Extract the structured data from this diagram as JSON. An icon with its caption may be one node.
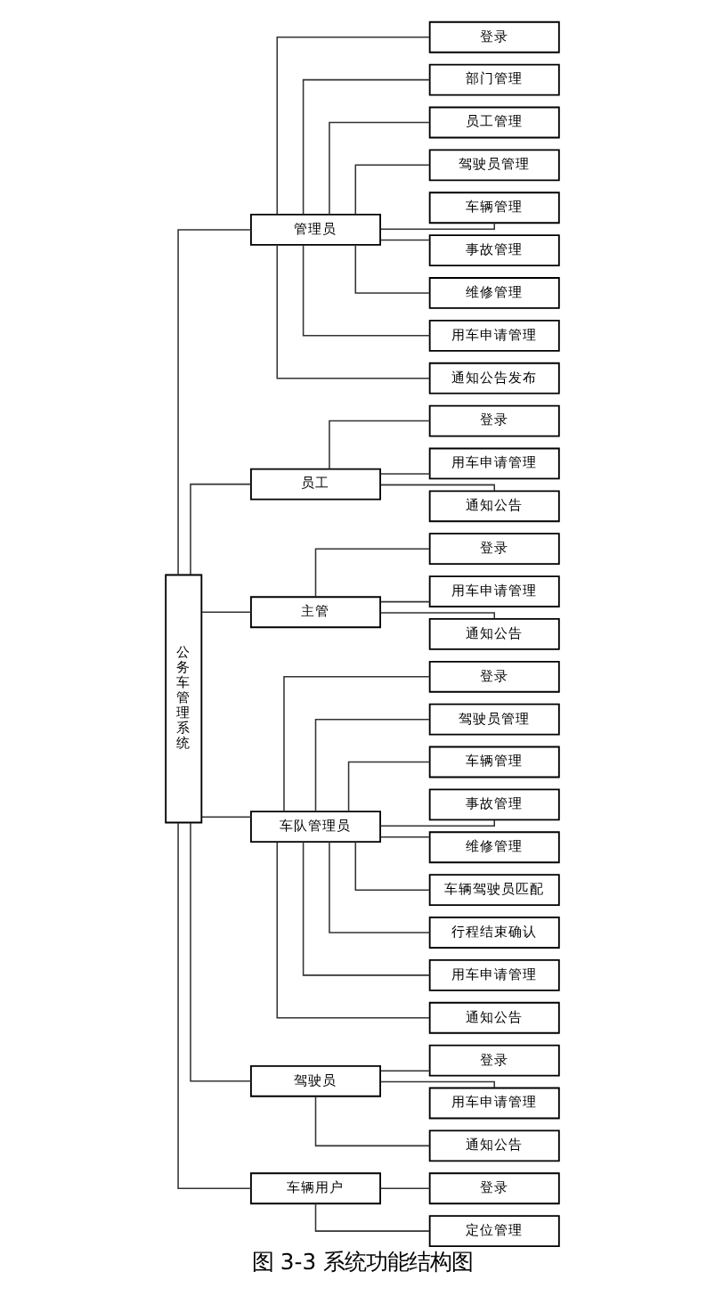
{
  "diagram": {
    "caption": "图 3-3 系统功能结构图",
    "nodes": [
      {
        "text": [
          "公务车管理系统"
        ]
      },
      {
        "text": [
          "管理员"
        ]
      },
      {
        "text": [
          "登录"
        ]
      },
      {
        "text": [
          "部门管理"
        ]
      },
      {
        "text": [
          "员工管理"
        ]
      },
      {
        "text": [
          "驾驶员管理"
        ]
      },
      {
        "text": [
          "车辆管理"
        ]
      },
      {
        "text": [
          "事故管理"
        ]
      },
      {
        "text": [
          "维修管理"
        ]
      },
      {
        "text": [
          "用车申请管理"
        ]
      },
      {
        "text": [
          "通知公告发布"
        ]
      },
      {
        "text": [
          "员工"
        ]
      },
      {
        "text": [
          "登录"
        ]
      },
      {
        "text": [
          "用车申请管理"
        ]
      },
      {
        "text": [
          "通知公告"
        ]
      },
      {
        "text": [
          "主管"
        ]
      },
      {
        "text": [
          "登录"
        ]
      },
      {
        "text": [
          "用车申请管理"
        ]
      },
      {
        "text": [
          "通知公告"
        ]
      },
      {
        "text": [
          "车队管理员"
        ]
      },
      {
        "text": [
          "登录"
        ]
      },
      {
        "text": [
          "驾驶员管理"
        ]
      },
      {
        "text": [
          "车辆管理"
        ]
      },
      {
        "text": [
          "事故管理"
        ]
      },
      {
        "text": [
          "维修管理"
        ]
      },
      {
        "text": [
          "车辆驾驶员匹配"
        ]
      },
      {
        "text": [
          "行程结束确认"
        ]
      },
      {
        "text": [
          "用车申请管理"
        ]
      },
      {
        "text": [
          "通知公告"
        ]
      },
      {
        "text": [
          "驾驶员"
        ]
      },
      {
        "text": [
          "登录"
        ]
      },
      {
        "text": [
          "用车申请管理"
        ]
      },
      {
        "text": [
          "通知公告"
        ]
      },
      {
        "text": [
          "车辆用户"
        ]
      },
      {
        "text": [
          "登录"
        ]
      },
      {
        "text": [
          "定位管理"
        ]
      }
    ],
    "edges": [
      {
        "from": 0,
        "to": 1,
        "arrow": "none"
      },
      {
        "from": 1,
        "to": 2,
        "arrow": "none"
      },
      {
        "from": 1,
        "to": 3,
        "arrow": "none"
      },
      {
        "from": 1,
        "to": 4,
        "arrow": "none"
      },
      {
        "from": 1,
        "to": 5,
        "arrow": "none"
      },
      {
        "from": 1,
        "to": 6,
        "arrow": "none"
      },
      {
        "from": 1,
        "to": 7,
        "arrow": "none"
      },
      {
        "from": 1,
        "to": 8,
        "arrow": "none"
      },
      {
        "from": 1,
        "to": 9,
        "arrow": "none"
      },
      {
        "from": 1,
        "to": 10,
        "arrow": "none"
      },
      {
        "from": 0,
        "to": 11,
        "arrow": "none"
      },
      {
        "from": 11,
        "to": 12,
        "arrow": "none"
      },
      {
        "from": 11,
        "to": 13,
        "arrow": "none"
      },
      {
        "from": 11,
        "to": 14,
        "arrow": "none"
      },
      {
        "from": 0,
        "to": 15,
        "arrow": "none"
      },
      {
        "from": 15,
        "to": 16,
        "arrow": "none"
      },
      {
        "from": 15,
        "to": 17,
        "arrow": "none"
      },
      {
        "from": 15,
        "to": 18,
        "arrow": "none"
      },
      {
        "from": 0,
        "to": 19,
        "arrow": "none"
      },
      {
        "from": 19,
        "to": 20,
        "arrow": "none"
      },
      {
        "from": 19,
        "to": 21,
        "arrow": "none"
      },
      {
        "from": 19,
        "to": 22,
        "arrow": "none"
      },
      {
        "from": 19,
        "to": 23,
        "arrow": "none"
      },
      {
        "from": 19,
        "to": 24,
        "arrow": "none"
      },
      {
        "from": 19,
        "to": 25,
        "arrow": "none"
      },
      {
        "from": 19,
        "to": 26,
        "arrow": "none"
      },
      {
        "from": 19,
        "to": 27,
        "arrow": "none"
      },
      {
        "from": 19,
        "to": 28,
        "arrow": "none"
      },
      {
        "from": 0,
        "to": 29,
        "arrow": "none"
      },
      {
        "from": 29,
        "to": 30,
        "arrow": "none"
      },
      {
        "from": 29,
        "to": 31,
        "arrow": "none"
      },
      {
        "from": 29,
        "to": 32,
        "arrow": "none"
      },
      {
        "from": 0,
        "to": 33,
        "arrow": "none"
      },
      {
        "from": 33,
        "to": 34,
        "arrow": "none"
      },
      {
        "from": 33,
        "to": 35,
        "arrow": "none"
      }
    ]
  }
}
